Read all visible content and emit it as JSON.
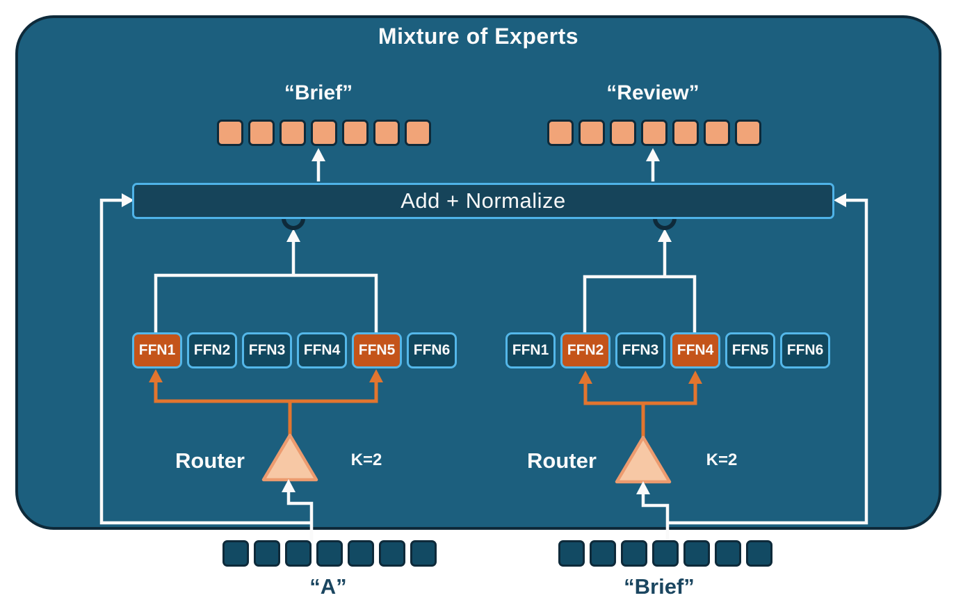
{
  "diagram": {
    "title": "Mixture of Experts",
    "add_normalize": {
      "label": "Add + Normalize"
    },
    "output_sequences": [
      {
        "label": "“Brief”",
        "token_count": 7
      },
      {
        "label": "“Review”",
        "token_count": 7
      }
    ],
    "input_sequences": [
      {
        "label": "“A”",
        "token_count": 7
      },
      {
        "label": "“Brief”",
        "token_count": 7
      }
    ],
    "routers": [
      {
        "label": "Router",
        "k": "K=2"
      },
      {
        "label": "Router",
        "k": "K=2"
      }
    ],
    "expert_groups": [
      {
        "experts": [
          "FFN1",
          "FFN2",
          "FFN3",
          "FFN4",
          "FFN5",
          "FFN6"
        ],
        "selected": [
          "FFN1",
          "FFN5"
        ],
        "selected_indices": [
          0,
          4
        ]
      },
      {
        "experts": [
          "FFN1",
          "FFN2",
          "FFN3",
          "FFN4",
          "FFN5",
          "FFN6"
        ],
        "selected": [
          "FFN2",
          "FFN4"
        ],
        "selected_indices": [
          1,
          3
        ]
      }
    ],
    "colors": {
      "container_fill": "#1C5F7E",
      "container_border": "#0E2A3A",
      "bar_fill": "#16445A",
      "bar_border": "#4FB3E8",
      "output_token": "#F1A478",
      "input_token": "#124A63",
      "expert_active": "#C4541A",
      "expert_inactive": "#11485F",
      "expert_border": "#54B7E9",
      "connector_white": "#FAFAFA",
      "connector_orange": "#E2752F",
      "router_fill": "#F7C8A5",
      "router_border": "#EC9B6F",
      "input_label_text": "#1B4660"
    }
  }
}
